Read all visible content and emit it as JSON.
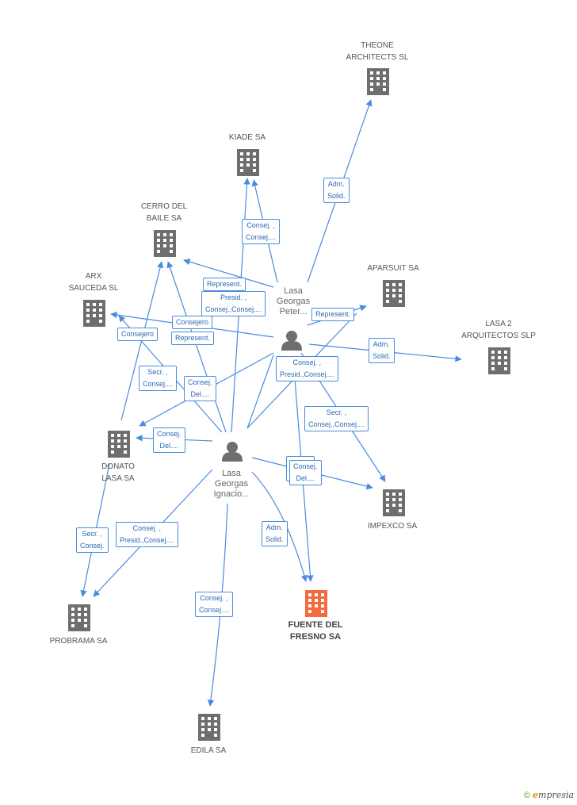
{
  "companies": {
    "theone": {
      "lines": [
        "THEONE",
        "ARCHITECTS SL"
      ]
    },
    "kiade": {
      "lines": [
        "KIADE SA"
      ]
    },
    "cerro": {
      "lines": [
        "CERRO DEL",
        "BAILE SA"
      ]
    },
    "aparsuit": {
      "lines": [
        "APARSUIT SA"
      ]
    },
    "arx": {
      "lines": [
        "ARX",
        "SAUCEDA  SL"
      ]
    },
    "lasa2": {
      "lines": [
        "LASA 2",
        "ARQUITECTOS SLP"
      ]
    },
    "donato": {
      "lines": [
        "DONATO",
        "LASA SA"
      ]
    },
    "impexco": {
      "lines": [
        "IMPEXCO SA"
      ]
    },
    "probrama": {
      "lines": [
        "PROBRAMA SA"
      ]
    },
    "fuente": {
      "lines": [
        "FUENTE DEL",
        "FRESNO SA"
      ]
    },
    "edila": {
      "lines": [
        "EDILA SA"
      ]
    }
  },
  "persons": {
    "peter": {
      "lines": [
        "Lasa",
        "Georgas",
        "Peter..."
      ]
    },
    "ignacio": {
      "lines": [
        "Lasa",
        "Georgas",
        "Ignacio..."
      ]
    }
  },
  "relations": {
    "r_theone": [
      "Adm.",
      "Solid."
    ],
    "r_kiade": [
      "Consej. ,",
      "Consej...."
    ],
    "r_represent1": [
      "Represent."
    ],
    "r_presid1": [
      "Presid. ,",
      "Consej.,Consej...."
    ],
    "r_represent2": [
      "Represent."
    ],
    "r_consejero1": [
      "Consejero"
    ],
    "r_consejero2": [
      "Consejero"
    ],
    "r_represent3": [
      "Represent."
    ],
    "r_lasa2": [
      "Adm.",
      "Solid."
    ],
    "r_consej_presid": [
      "Consej. ,",
      "Presid.,Consej...."
    ],
    "r_secr1": [
      "Secr. ,",
      "Consej...."
    ],
    "r_consejdel1": [
      "Consej.",
      "Del...."
    ],
    "r_secr2": [
      "Secr. ,",
      "Consej.,Consej...."
    ],
    "r_consejdel2": [
      "Consej.",
      "Del...."
    ],
    "r_consejdel3": [
      "Consej.",
      "Del...."
    ],
    "r_secr3": [
      "Secr. ,",
      "Consej."
    ],
    "r_consej_presid2": [
      "Consej. ,",
      "Presid.,Consej...."
    ],
    "r_admsolid3": [
      "Adm.",
      "Solid."
    ],
    "r_edila": [
      "Consej. ,",
      "Consej...."
    ]
  },
  "colors": {
    "edge": "#4a8be0",
    "building": "#6e6e6e",
    "focus_building": "#f26a3d",
    "person": "#6e6e6e"
  },
  "footer": {
    "copyright": "©",
    "brand_initial": "e",
    "brand_rest": "mpresia"
  }
}
